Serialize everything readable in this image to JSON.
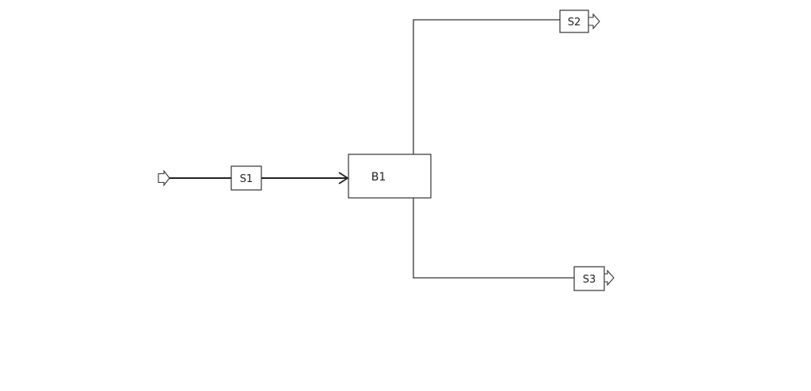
{
  "diagram": {
    "blocks": [
      {
        "id": "B1",
        "label": "B1"
      }
    ],
    "streams": [
      {
        "id": "S1",
        "label": "S1",
        "role": "feed"
      },
      {
        "id": "S2",
        "label": "S2",
        "role": "product"
      },
      {
        "id": "S3",
        "label": "S3",
        "role": "product"
      }
    ],
    "icons": {
      "feed_port": "hollow-arrow-icon",
      "product_port": "hollow-arrow-icon",
      "flow_arrow": "arrowhead-icon"
    },
    "colors": {
      "line": "#333333",
      "box_fill": "#ffffff",
      "text": "#222222"
    }
  }
}
